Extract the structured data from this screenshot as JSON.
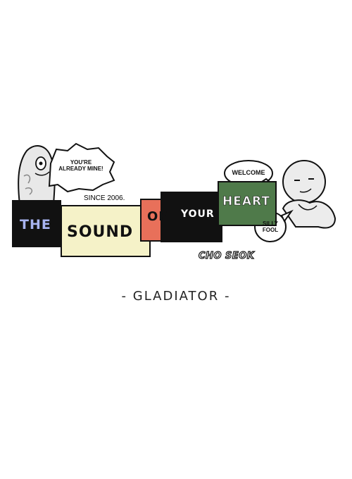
{
  "title_words": {
    "the": "THE",
    "sound": "SOUND",
    "of": "OF",
    "your": "YOUR",
    "heart": "HEART"
  },
  "since": "SINCE 2006.",
  "speech_left": "YOU'RE ALREADY MINE!",
  "speech_right_top": "WELCOME",
  "speech_right_bottom": "SILLY FOOL",
  "author": "CHO SEOK",
  "chapter": "- GLADIATOR -",
  "colors": {
    "the_box": "#111111",
    "the_text": "#a8b4f0",
    "sound_box": "#f5f2c8",
    "of_box": "#e8705a",
    "your_box": "#111111",
    "heart_box": "#4f7a4a"
  }
}
